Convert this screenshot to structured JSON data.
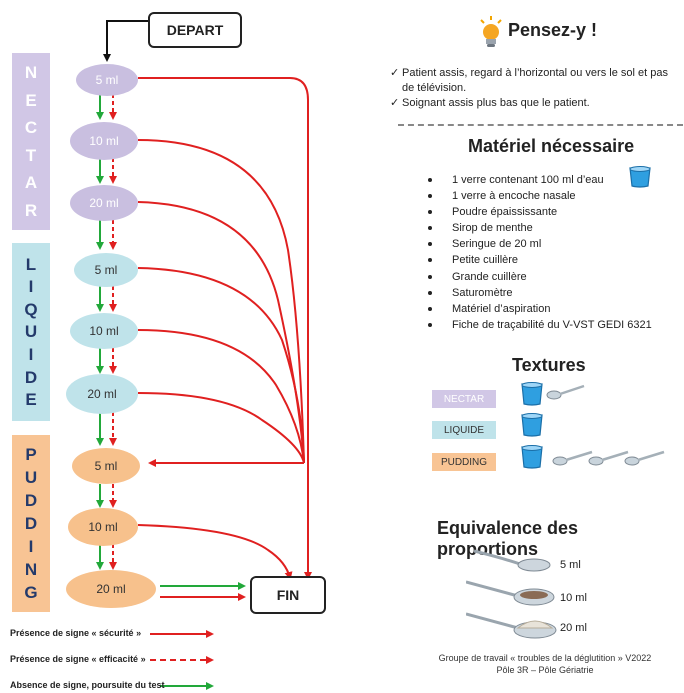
{
  "flow": {
    "start": "DEPART",
    "end": "FIN",
    "bands": [
      {
        "id": "nectar",
        "letters": [
          "N",
          "E",
          "C",
          "T",
          "A",
          "R"
        ]
      },
      {
        "id": "liquide",
        "letters": [
          "L",
          "I",
          "Q",
          "U",
          "I",
          "D",
          "E"
        ]
      },
      {
        "id": "pudding",
        "letters": [
          "P",
          "U",
          "D",
          "D",
          "I",
          "N",
          "G"
        ]
      }
    ],
    "nodes": {
      "nectar": [
        "5 ml",
        "10 ml",
        "20 ml"
      ],
      "liquide": [
        "5 ml",
        "10 ml",
        "20 ml"
      ],
      "pudding": [
        "5 ml",
        "10 ml",
        "20 ml"
      ]
    },
    "legend": [
      {
        "text": "Présence de signe « sécurité »",
        "style": "red-solid"
      },
      {
        "text": "Présence de signe « efficacité »",
        "style": "red-dashed"
      },
      {
        "text": "Absence de signe, poursuite du test",
        "style": "green-solid"
      }
    ],
    "colors": {
      "red": "#e02020",
      "green": "#22a83a",
      "nectar": "#c9bfe0",
      "liquide": "#bfe3ea",
      "pudding": "#f7c18c"
    }
  },
  "tips": {
    "title": "Pensez-y !",
    "items": [
      "Patient assis, regard à l’horizontal ou vers le sol et pas de télévision.",
      "Soignant assis plus bas que le patient."
    ]
  },
  "materiel": {
    "title": "Matériel nécessaire",
    "items": [
      "1 verre contenant 100 ml d’eau",
      "1 verre à encoche nasale",
      "Poudre épaississante",
      "Sirop de menthe",
      "Seringue de 20 ml",
      "Petite cuillère",
      "Grande cuillère",
      "Saturomètre",
      "Matériel d’aspiration",
      "Fiche de traçabilité du V-VST GEDI 6321"
    ]
  },
  "textures": {
    "title": "Textures",
    "items": [
      {
        "label": "NECTAR",
        "spoons": 1
      },
      {
        "label": "LIQUIDE",
        "spoons": 0
      },
      {
        "label": "PUDDING",
        "spoons": 3
      }
    ]
  },
  "equivalence": {
    "title": "Equivalence des proportions",
    "items": [
      "5 ml",
      "10 ml",
      "20 ml"
    ]
  },
  "credit": {
    "line1": "Groupe de travail « troubles de la déglutition » V2022",
    "line2": "Pôle 3R – Pôle Gériatrie"
  }
}
